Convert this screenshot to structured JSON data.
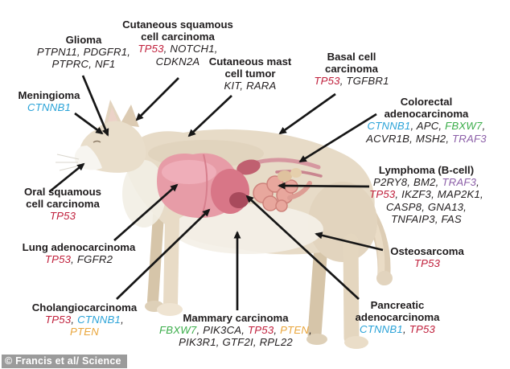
{
  "credit": "© Francis et al/ Science",
  "colors": {
    "k": "#231f20",
    "tp53": "#c0203c",
    "ctnnb1": "#2ba3d8",
    "fbxw7": "#3bad4a",
    "traf3": "#8c5fa8",
    "pten": "#e9a63c",
    "arrow": "#161616",
    "credit_bg": "#9b9b9b",
    "credit_fg": "#ffffff"
  },
  "labels": [
    {
      "id": "glioma",
      "title": "Glioma",
      "genes": [
        [
          {
            "t": "PTPN11, PDGFR1,",
            "c": "k"
          }
        ],
        [
          {
            "t": "PTPRC, NF1",
            "c": "k"
          }
        ]
      ]
    },
    {
      "id": "cutaneous-squamous-cell-carcinoma",
      "title": "Cutaneous squamous\ncell carcinoma",
      "genes": [
        [
          {
            "t": "TP53",
            "c": "tp53"
          },
          {
            "t": ", NOTCH1,",
            "c": "k"
          }
        ],
        [
          {
            "t": "CDKN2A",
            "c": "k"
          }
        ]
      ]
    },
    {
      "id": "cutaneous-mast-cell-tumor",
      "title": "Cutaneous mast\ncell tumor",
      "genes": [
        [
          {
            "t": "KIT, RARA",
            "c": "k"
          }
        ]
      ]
    },
    {
      "id": "basal-cell-carcinoma",
      "title": "Basal cell\ncarcinoma",
      "genes": [
        [
          {
            "t": "TP53",
            "c": "tp53"
          },
          {
            "t": ", TGFBR1",
            "c": "k"
          }
        ]
      ]
    },
    {
      "id": "meningioma",
      "title": "Meningioma",
      "genes": [
        [
          {
            "t": "CTNNB1",
            "c": "ctnnb1"
          }
        ]
      ]
    },
    {
      "id": "colorectal-adenocarcinoma",
      "title": "Colorectal\nadenocarcinoma",
      "genes": [
        [
          {
            "t": "CTNNB1",
            "c": "ctnnb1"
          },
          {
            "t": ", APC, ",
            "c": "k"
          },
          {
            "t": "FBXW7",
            "c": "fbxw7"
          },
          {
            "t": ",",
            "c": "k"
          }
        ],
        [
          {
            "t": "ACVR1B, MSH2, ",
            "c": "k"
          },
          {
            "t": "TRAF3",
            "c": "traf3"
          }
        ]
      ]
    },
    {
      "id": "oral-squamous-cell-carcinoma",
      "title": "Oral squamous\ncell carcinoma",
      "genes": [
        [
          {
            "t": "TP53",
            "c": "tp53"
          }
        ]
      ]
    },
    {
      "id": "lymphoma-b-cell",
      "title": "Lymphoma (B-cell)",
      "genes": [
        [
          {
            "t": "P2RY8, BM2, ",
            "c": "k"
          },
          {
            "t": "TRAF3",
            "c": "traf3"
          },
          {
            "t": ",",
            "c": "k"
          }
        ],
        [
          {
            "t": "TP53",
            "c": "tp53"
          },
          {
            "t": ", IKZF3, MAP2K1,",
            "c": "k"
          }
        ],
        [
          {
            "t": "CASP8, GNA13,",
            "c": "k"
          }
        ],
        [
          {
            "t": "TNFAIP3, FAS",
            "c": "k"
          }
        ]
      ]
    },
    {
      "id": "lung-adenocarcinoma",
      "title": "Lung adenocarcinoma",
      "genes": [
        [
          {
            "t": "TP53",
            "c": "tp53"
          },
          {
            "t": ", FGFR2",
            "c": "k"
          }
        ]
      ]
    },
    {
      "id": "osteosarcoma",
      "title": "Osteosarcoma",
      "genes": [
        [
          {
            "t": "TP53",
            "c": "tp53"
          }
        ]
      ]
    },
    {
      "id": "cholangiocarcinoma",
      "title": "Cholangiocarcinoma",
      "genes": [
        [
          {
            "t": "TP53",
            "c": "tp53"
          },
          {
            "t": ", ",
            "c": "k"
          },
          {
            "t": "CTNNB1",
            "c": "ctnnb1"
          },
          {
            "t": ",",
            "c": "k"
          }
        ],
        [
          {
            "t": "PTEN",
            "c": "pten"
          }
        ]
      ]
    },
    {
      "id": "mammary-carcinoma",
      "title": "Mammary carcinoma",
      "genes": [
        [
          {
            "t": "FBXW7",
            "c": "fbxw7"
          },
          {
            "t": ", PIK3CA, ",
            "c": "k"
          },
          {
            "t": "TP53",
            "c": "tp53"
          },
          {
            "t": ", ",
            "c": "k"
          },
          {
            "t": "PTEN",
            "c": "pten"
          },
          {
            "t": ",",
            "c": "k"
          }
        ],
        [
          {
            "t": "PIK3R1, GTF2I, RPL22",
            "c": "k"
          }
        ]
      ]
    },
    {
      "id": "pancreatic-adenocarcinoma",
      "title": "Pancreatic\nadenocarcinoma",
      "genes": [
        [
          {
            "t": "CTNNB1",
            "c": "ctnnb1"
          },
          {
            "t": ", ",
            "c": "k"
          },
          {
            "t": "TP53",
            "c": "tp53"
          }
        ]
      ]
    }
  ]
}
